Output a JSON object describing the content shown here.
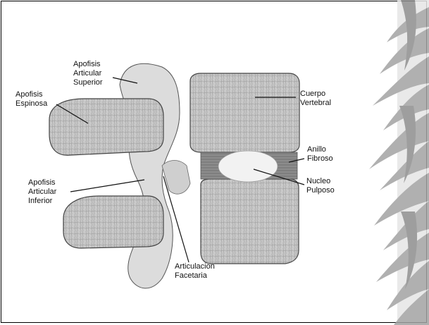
{
  "figure": {
    "labels": {
      "apofisis_articular_superior": "Apofisis\nArticular\nSuperior",
      "apofisis_espinosa": "Apofisis\nEspinosa",
      "cuerpo_vertebral": "Cuerpo\nVertebral",
      "anillo_fibroso": "Anillo\nFibroso",
      "nucleo_pulposo": "Nucleo\nPulposo",
      "apofisis_articular_inferior": "Apofisis\nArticular\nInferior",
      "articulacion_facetaria": "Articulacion\nFacetaria"
    }
  },
  "colors": {
    "frame": "#000000",
    "bone": "#d9d9d9",
    "cancellous": "#bdbdbd",
    "disc_ring": "#8a8a8a",
    "nucleus": "#f2f2f2",
    "fern": "#9a9a9a"
  },
  "icons": {
    "decoration": "fern-leaves-icon"
  }
}
